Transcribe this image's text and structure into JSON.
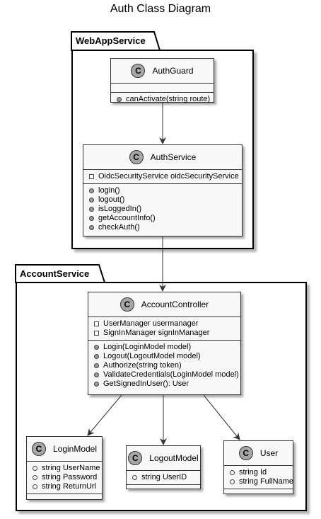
{
  "title": "Auth Class Diagram",
  "packages": {
    "webapp": {
      "name": "WebAppService"
    },
    "account": {
      "name": "AccountService"
    }
  },
  "classes": {
    "authGuard": {
      "badge": "C",
      "name": "AuthGuard",
      "fields": [],
      "methods": [
        "canActivate(string route)"
      ]
    },
    "authService": {
      "badge": "C",
      "name": "AuthService",
      "fields": [
        "OidcSecurityService oidcSecurityService"
      ],
      "methods": [
        "login()",
        "logout()",
        "isLoggedIn()",
        "getAccountInfo()",
        "checkAuth()"
      ]
    },
    "accountController": {
      "badge": "C",
      "name": "AccountController",
      "fields": [
        "UserManager usermanager",
        "SignInManager signInManager"
      ],
      "methods": [
        "Login(LoginModel model)",
        "Logout(LogoutModel model)",
        "Authorize(string token)",
        "ValidateCredentials(LoginModel model)",
        "GetSignedInUser(): User"
      ]
    },
    "loginModel": {
      "badge": "C",
      "name": "LoginModel",
      "fields": [
        "string UserName",
        "string Password",
        "string ReturnUrl"
      ],
      "methods": []
    },
    "logoutModel": {
      "badge": "C",
      "name": "LogoutModel",
      "fields": [
        "string UserID"
      ],
      "methods": []
    },
    "user": {
      "badge": "C",
      "name": "User",
      "fields": [
        "string Id",
        "string FullName"
      ],
      "methods": []
    }
  },
  "colors": {
    "class_fill": "#f8f8f8",
    "badge_fill": "#a6a6a6",
    "line": "#333333"
  }
}
